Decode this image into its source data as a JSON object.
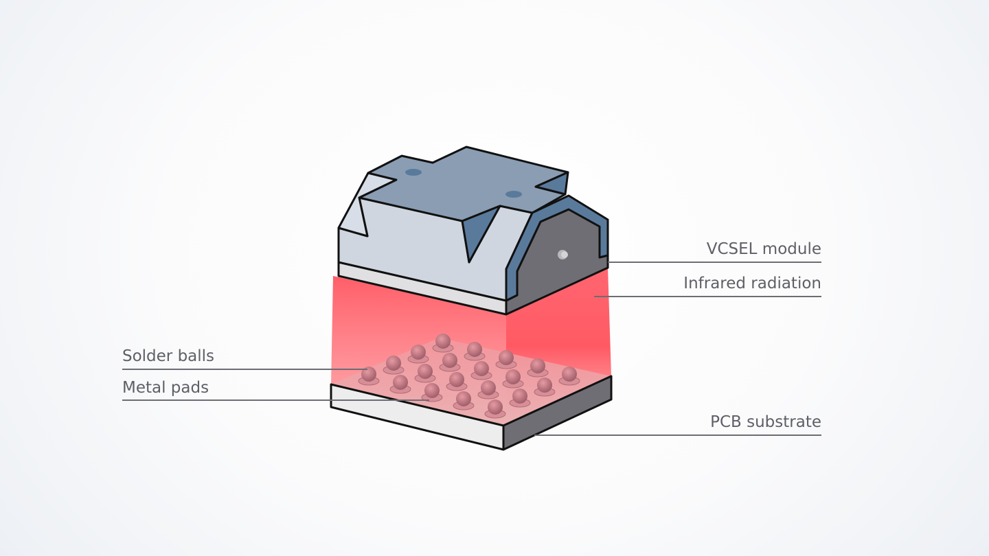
{
  "labels": {
    "vcsel_module": "VCSEL module",
    "infrared_radiation": "Infrared radiation",
    "pcb_substrate": "PCB substrate",
    "solder_balls": "Solder balls",
    "metal_pads": "Metal pads"
  },
  "colors": {
    "module_top": "#8a9db3",
    "module_front": "#cfd6e0",
    "module_accent": "#5a7a9c",
    "module_side": "#6e6e74",
    "beam": "#ff5a64",
    "label_text": "#5e6066"
  },
  "solder_grid": {
    "rows": 4,
    "columns": 5
  }
}
